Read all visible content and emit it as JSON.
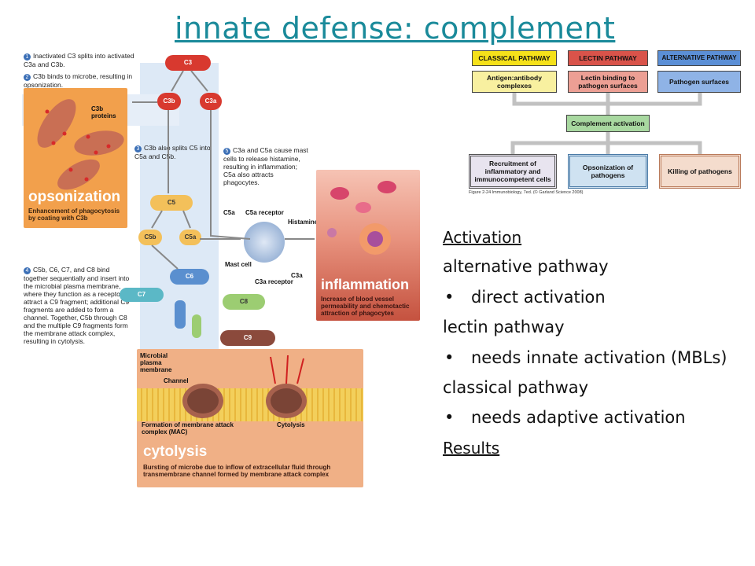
{
  "slide": {
    "title": "innate defense: complement"
  },
  "content": {
    "activation_link": "Activation",
    "lines": [
      {
        "text": "alternative pathway",
        "bullet": false
      },
      {
        "text": "direct activation",
        "bullet": true
      },
      {
        "text": "lectin pathway",
        "bullet": false
      },
      {
        "text": "needs innate activation (MBLs)",
        "bullet": true
      },
      {
        "text": "classical pathway",
        "bullet": false
      },
      {
        "text": "needs adaptive activation",
        "bullet": true
      }
    ],
    "results_link": "Results"
  },
  "figure_left": {
    "step1": "Inactivated C3 splits into activated C3a and C3b.",
    "step2": "C3b binds to microbe, resulting in opsonization.",
    "step3": "C3b also splits C5 into C5a and C5b.",
    "step4": "C5b, C6, C7, and C8 bind together sequentially and insert into the microbial plasma membrane, where they function as a receptor to attract a C9 fragment; additional C9 fragments are added to form a channel. Together, C5b through C8 and the multiple C9 fragments form the membrane attack complex, resulting in cytolysis.",
    "step5": "C3a and C5a cause mast cells to release histamine, resulting in inflammation; C5a also attracts phagocytes.",
    "c3": "C3",
    "c3b": "C3b",
    "c3a": "C3a",
    "c5": "C5",
    "c5b": "C5b",
    "c5a": "C5a",
    "c6": "C6",
    "c7": "C7",
    "c8": "C8",
    "c9": "C9",
    "c3b_proteins": "C3b proteins",
    "opsonization_title": "opsonization",
    "opsonization_desc": "Enhancement of phagocytosis by coating with C3b",
    "c5a_label": "C5a",
    "c5a_receptor": "C5a receptor",
    "histamine": "Histamine",
    "mast_cell": "Mast cell",
    "c3a_receptor": "C3a receptor",
    "c3a_label": "C3a",
    "inflammation_title": "inflammation",
    "inflammation_desc": "Increase of blood vessel permeability and chemotactic attraction of phagocytes",
    "microbial_membrane": "Microbial plasma membrane",
    "channel": "Channel",
    "mac_formation": "Formation of membrane attack complex (MAC)",
    "cytolysis_small": "Cytolysis",
    "cytolysis_title": "cytolysis",
    "cytolysis_desc": "Bursting of microbe due to inflow of extracellular fluid through transmembrane channel formed by membrane attack complex"
  },
  "figure_right": {
    "classical": "CLASSICAL PATHWAY",
    "lectin": "LECTIN PATHWAY",
    "alternative": "ALTERNATIVE PATHWAY",
    "classical_trigger": "Antigen:antibody complexes",
    "lectin_trigger": "Lectin binding to pathogen surfaces",
    "alternative_trigger": "Pathogen surfaces",
    "activation": "Complement activation",
    "outcome1": "Recruitment of inflammatory and immunocompetent cells",
    "outcome2": "Opsonization of pathogens",
    "outcome3": "Killing of pathogens",
    "caption": "Figure 2-24 Immunobiology, 7ed. (© Garland Science 2008)"
  },
  "colors": {
    "title": "#1a8a9a",
    "link": "#1f9bb0",
    "classical_yellow": "#f5e11a",
    "lectin_red": "#d9534a",
    "alternative_blue": "#5b8fd6",
    "activation_green": "#a8d8a0",
    "opsonization_orange": "#f0a049"
  }
}
